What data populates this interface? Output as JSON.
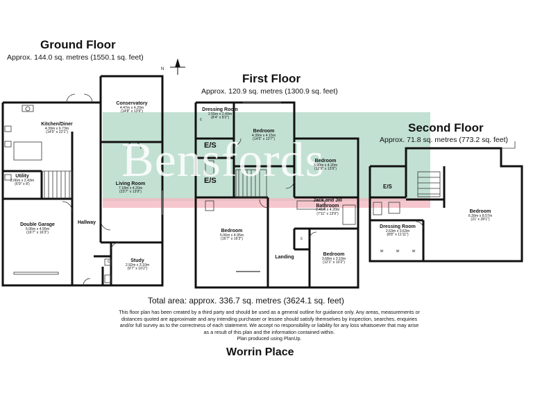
{
  "ground_floor": {
    "title": "Ground Floor",
    "area": "Approx. 144.0 sq. metres (1550.1 sq. feet)",
    "rooms": [
      {
        "name": "Conservatory",
        "dims": "4.47m x 4.20m",
        "imperial": "(14'8\" x 13'9\")"
      },
      {
        "name": "Kitchen/Diner",
        "dims": "4.39m x 6.73m",
        "imperial": "(14'5\" x 22'1\")"
      },
      {
        "name": "Utility",
        "dims": "2.06m x 2.43m",
        "imperial": "(6'9\" x 8')"
      },
      {
        "name": "Living Room",
        "dims": "7.18m x 4.20m",
        "imperial": "(23'7\" x 13'9\")"
      },
      {
        "name": "Double Garage",
        "dims": "5.06m x 4.95m",
        "imperial": "(16'7\" x 16'3\")"
      },
      {
        "name": "Hallway"
      },
      {
        "name": "Study",
        "dims": "2.92m x 3.10m",
        "imperial": "(9'7\" x 10'2\")"
      }
    ]
  },
  "first_floor": {
    "title": "First Floor",
    "area": "Approx. 120.9 sq. metres (1300.9 sq. feet)",
    "rooms": [
      {
        "name": "Dressing Room",
        "dims": "2.55m x 2.49m",
        "imperial": "(8'4\" x 8'2\")"
      },
      {
        "name": "Bedroom",
        "dims": "4.39m x 4.15m",
        "imperial": "(14'5\" x 13'7\")"
      },
      {
        "name": "Bedroom",
        "dims": "3.90m x 4.20m",
        "imperial": "(12'9\" x 13'9\")"
      },
      {
        "name": "Jack and Jill Bathroom",
        "dims": "2.41m x 4.20m",
        "imperial": "(7'11\" x 13'9\")"
      },
      {
        "name": "Bedroom",
        "dims": "5.06m x 4.95m",
        "imperial": "(16'7\" x 16'3\")"
      },
      {
        "name": "Landing"
      },
      {
        "name": "Bedroom",
        "dims": "3.68m x 3.10m",
        "imperial": "(12'1\" x 10'2\")"
      }
    ],
    "es_label": "E/S"
  },
  "second_floor": {
    "title": "Second Floor",
    "area": "Approx. 71.8 sq. metres (773.2 sq. feet)",
    "rooms": [
      {
        "name": "Bedroom",
        "dims": "6.39m x 8.57m",
        "imperial": "(21' x 28'1\")"
      },
      {
        "name": "Dressing Room",
        "dims": "2.63m x 3.63m",
        "imperial": "(8'8\" x 11'11\")"
      }
    ],
    "es_label": "E/S"
  },
  "total": "Total area: approx. 336.7 sq. metres (3624.1 sq. feet)",
  "disclaimer_lines": [
    "This floor plan has been created by a third party and should be used as a general outline for guidance only. Any areas, measurements or",
    "distances quoted are approximate and any intending purchaser or lessee should satisfy themselves by inspection, searches, enquiries",
    "and/or full survey as to the correctness of each statement. We accept no responsibility or liability for any loss whatsoever that may arise",
    "as a result of this plan and the information contained within.",
    "Plan produced using PlanUp."
  ],
  "property_name": "Worrin Place",
  "watermark": "Bensfords",
  "symbols": {
    "cupboard": "c",
    "wardrobe": "w",
    "compass": "compass-icon"
  },
  "colors": {
    "watermark_band": "#b9dccb",
    "watermark_stripe": "#f4b8c0",
    "walls": "#111111"
  }
}
